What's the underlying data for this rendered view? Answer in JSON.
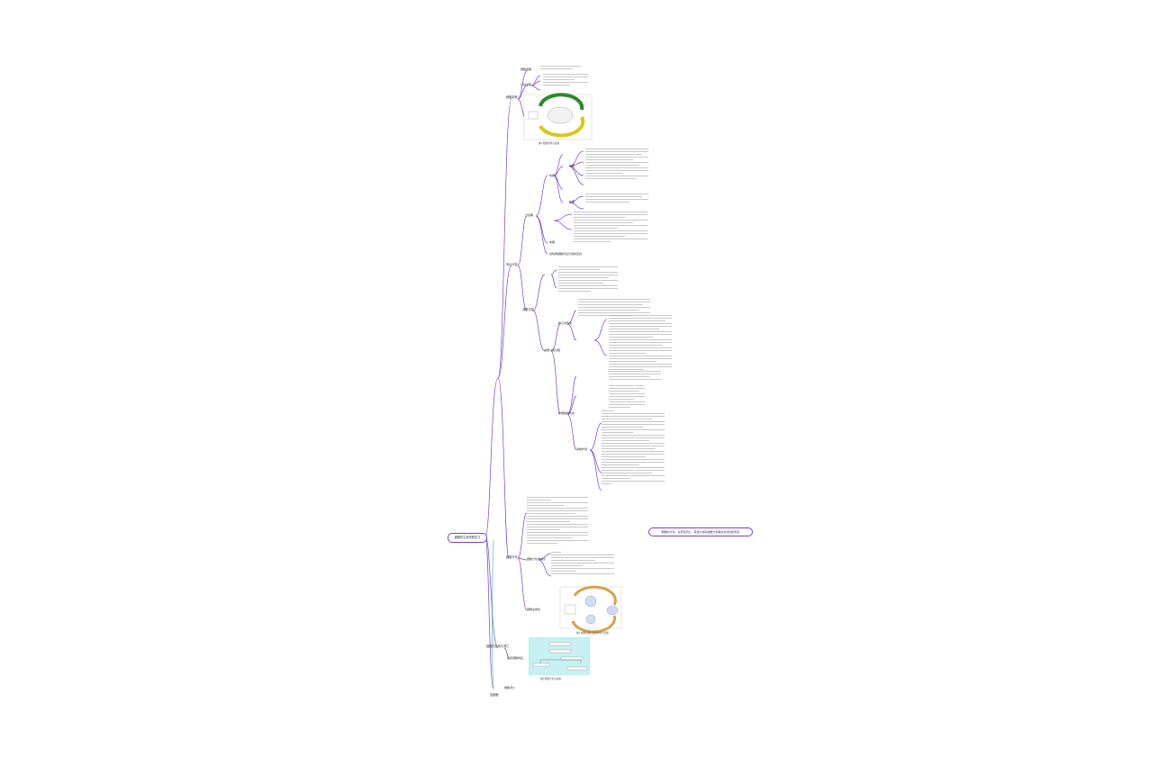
{
  "root": {
    "label": "细胞的生命历程复习"
  },
  "note": {
    "label": "细胞的分化、衰老和凋亡，有丝分裂和减数分裂等生命活动的知识"
  },
  "branches": {
    "b1": "细胞增殖",
    "b2": "有丝分裂",
    "b3": "减数分裂",
    "b4": "细胞分化",
    "b5": "细胞的衰老与凋亡",
    "b6": "癌细胞"
  },
  "subs": {
    "s1": "细胞周期",
    "s2": "分裂间期",
    "s3": "分裂期",
    "s4": "前期",
    "s5": "中期",
    "s6": "后期",
    "s7": "末期",
    "s8": "动植物细胞有丝分裂的区别",
    "s9": "减数分裂过程",
    "s10": "精子的形成",
    "s11": "卵细胞的形成",
    "s12": "受精作用",
    "s13": "细胞分化的特点",
    "s14": "细胞全能性",
    "s15": "衰老细胞特征",
    "s16": "细胞凋亡"
  },
  "captions": {
    "c1": "图1  细胞周期示意图",
    "c2": "图2  减数分裂与受精作用示意图",
    "c3": "图3  细胞分化示意图"
  }
}
